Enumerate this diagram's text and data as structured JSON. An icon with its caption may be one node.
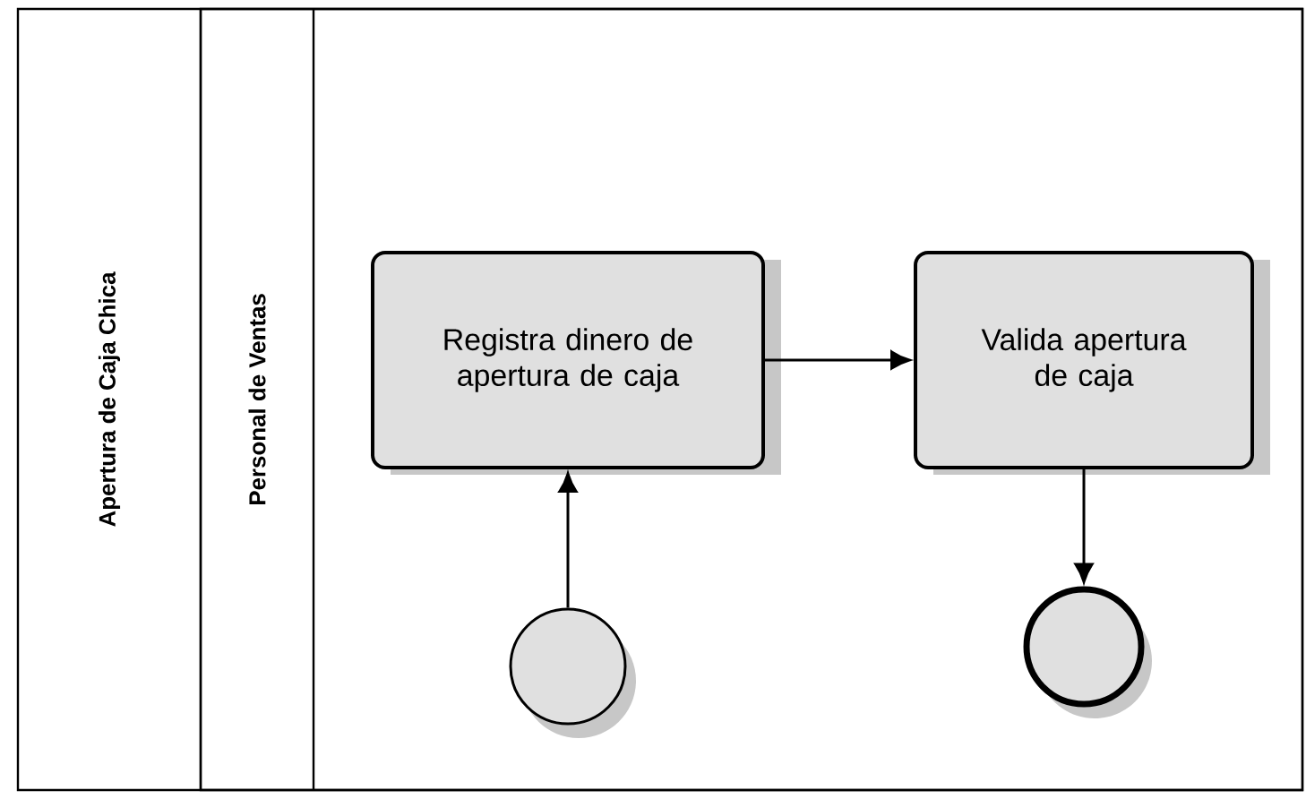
{
  "diagram": {
    "nodes": [
      {
        "text": [
          "Apertura de Caja Chica"
        ]
      },
      {
        "text": [
          "Personal de Ventas"
        ],
        "in": 0
      },
      {
        "text": [
          "Registra dinero de apertura de caja"
        ],
        "in": 1
      },
      {
        "text": [
          "Valida apertura de caja"
        ],
        "in": 1
      },
      {
        "text": [],
        "shape": "circle",
        "in": 1
      },
      {
        "text": [],
        "shape": "circle",
        "in": 1
      }
    ],
    "edges": [
      {
        "from": 4,
        "to": 2,
        "arrow": "to"
      },
      {
        "from": 2,
        "to": 3,
        "arrow": "to"
      },
      {
        "from": 3,
        "to": 5,
        "arrow": "to"
      }
    ]
  }
}
